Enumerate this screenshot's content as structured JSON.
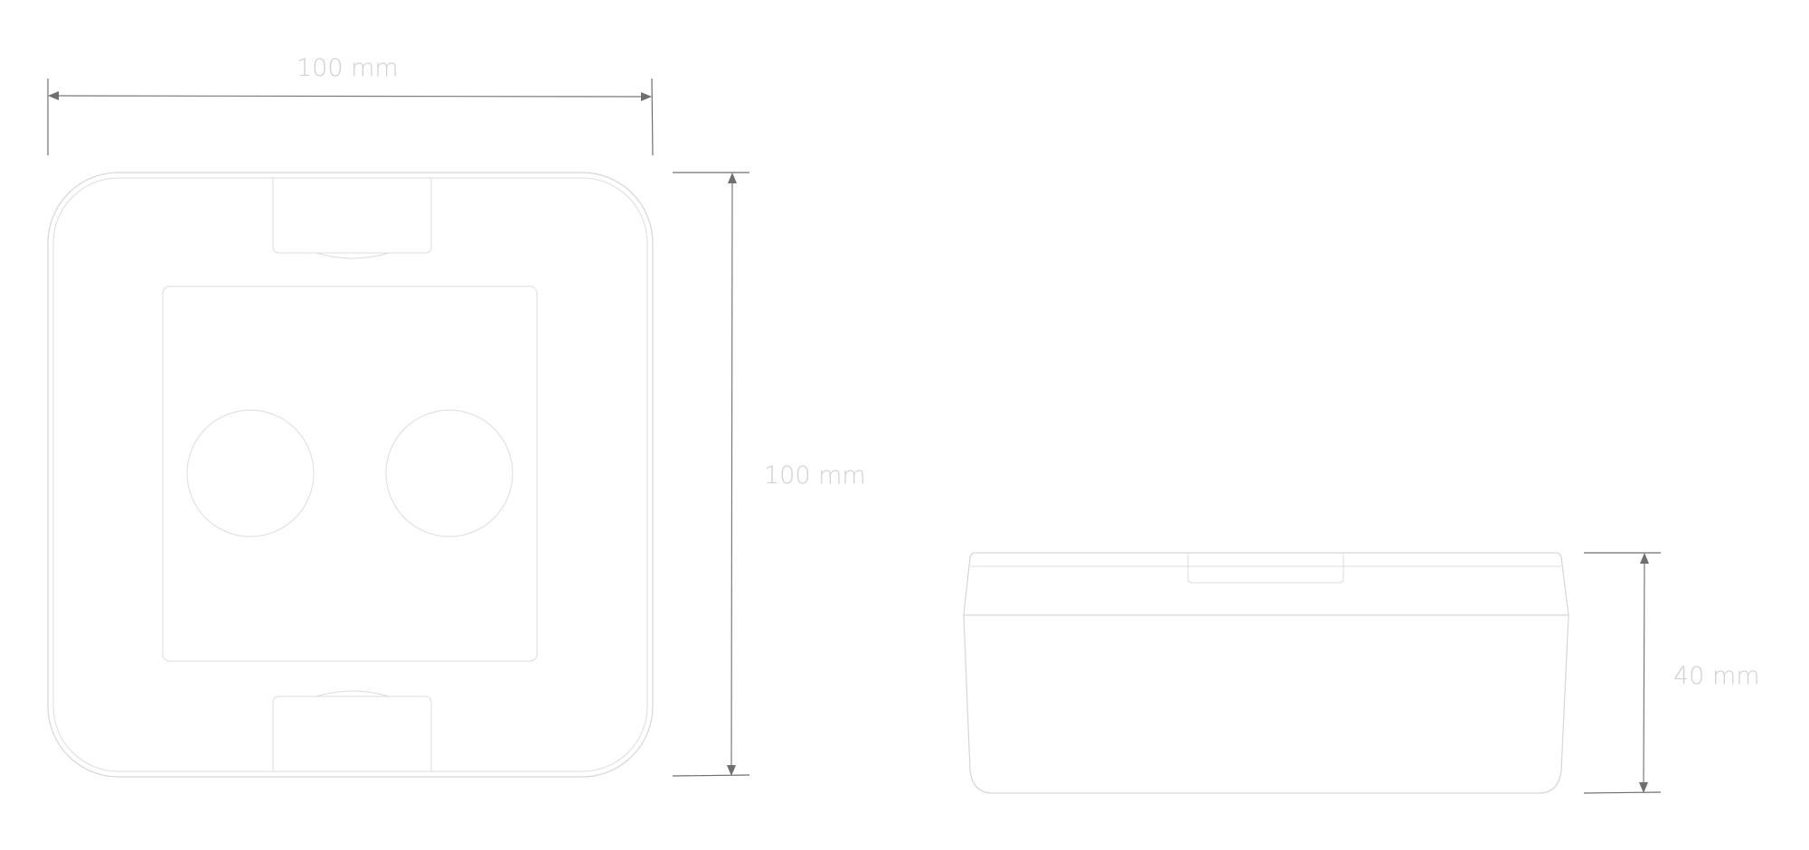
{
  "dimensions": {
    "top_view_width": "100 mm",
    "top_view_height": "100 mm",
    "side_view_height": "40 mm"
  },
  "colors": {
    "outline": "#d6d6d6",
    "dimension_line": "#7a7a7a",
    "label_text": "#d0d0d0"
  }
}
